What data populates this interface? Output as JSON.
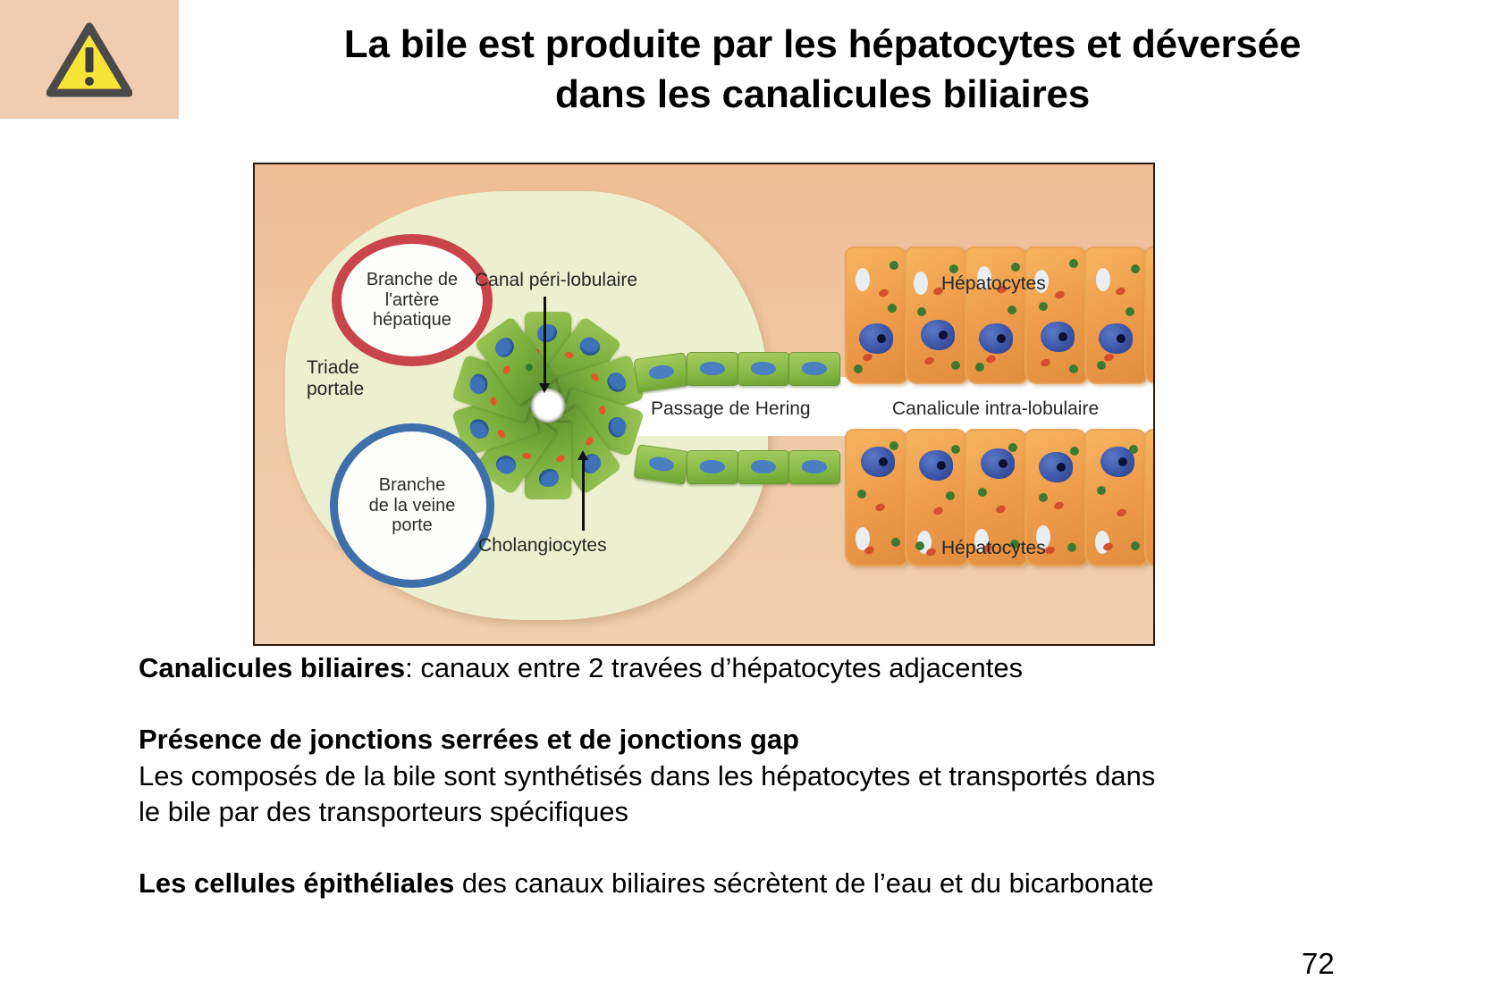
{
  "slide": {
    "title_line1": "La bile est produite par les hépatocytes et déversée",
    "title_line2": "dans les canalicules biliaires",
    "page_number": "72",
    "warning_icon_name": "warning-triangle-icon",
    "band_color": "#f0cdb1"
  },
  "figure": {
    "frame_background": "#efc49c",
    "portal_blob_color": "#edf0cf",
    "artery_ring_color": "#c9454c",
    "vein_ring_color": "#3f6fab",
    "cholangiocyte_color": "#7cb03f",
    "hepatocyte_color": "#ef9d4c",
    "labels": {
      "artery": "Branche de\nl'artère\nhépatique",
      "vein": "Branche\nde la veine\nporte",
      "triade": "Triade\nportale",
      "canal_peri_lobulaire": "Canal péri-lobulaire",
      "cholangiocytes": "Cholangiocytes",
      "passage_de_hering": "Passage de Hering",
      "canalicule_intra_lobulaire": "Canalicule intra-lobulaire",
      "hepatocytes_top": "Hépatocytes",
      "hepatocytes_bottom": "Hépatocytes"
    }
  },
  "body": {
    "line1_bold": "Canalicules biliaires",
    "line1_rest": ": canaux entre 2 travées d’hépatocytes adjacentes",
    "line2_bold": "Présence de jonctions serrées et de jonctions gap",
    "line3": "Les composés de la bile sont synthétisés dans les hépatocytes et transportés dans",
    "line4": "le bile par des transporteurs spécifiques",
    "line5_bold": "Les cellules épithéliales",
    "line5_rest": " des canaux biliaires sécrètent de l’eau et du bicarbonate"
  }
}
